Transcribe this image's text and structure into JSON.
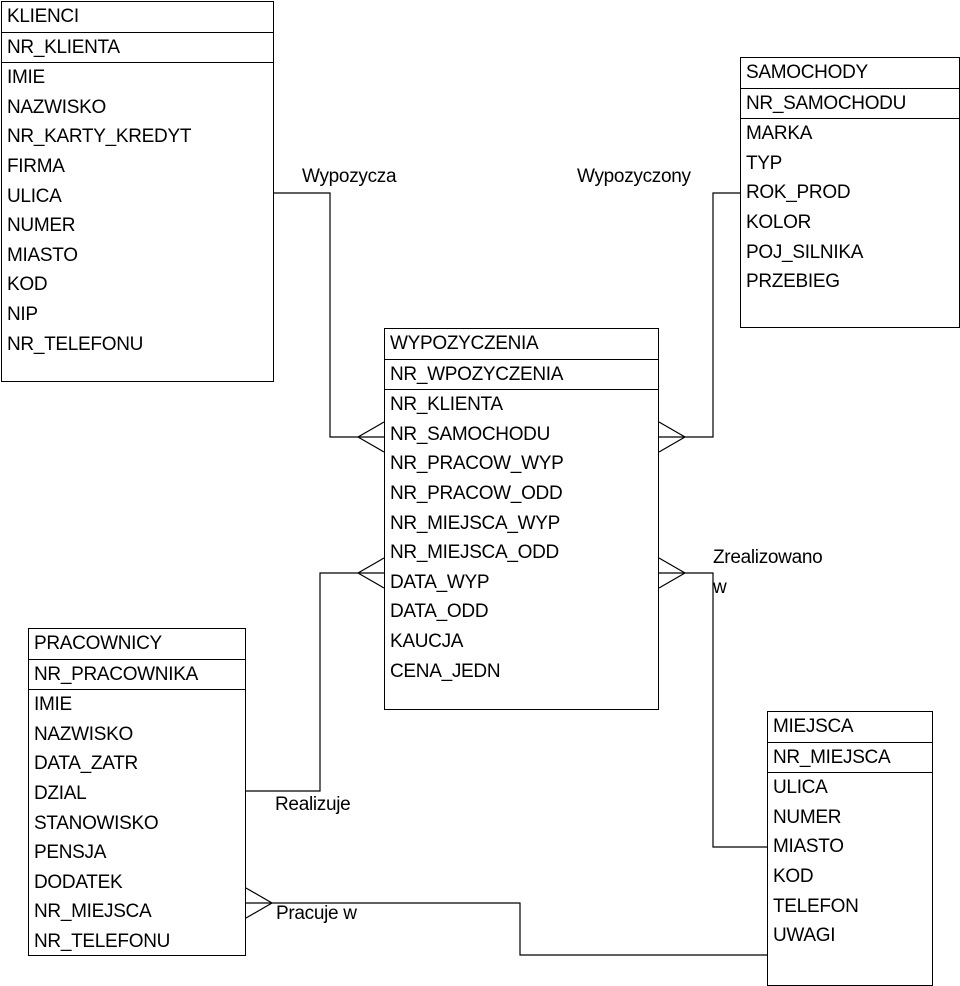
{
  "entities": {
    "klienci": {
      "title": "KLIENCI",
      "pk": "NR_KLIENTA",
      "fields": [
        "IMIE",
        "NAZWISKO",
        "NR_KARTY_KREDYT",
        "FIRMA",
        "ULICA",
        "NUMER",
        "MIASTO",
        "KOD",
        "NIP",
        "NR_TELEFONU"
      ]
    },
    "samochody": {
      "title": "SAMOCHODY",
      "pk": "NR_SAMOCHODU",
      "fields": [
        "MARKA",
        "TYP",
        "ROK_PROD",
        "KOLOR",
        "POJ_SILNIKA",
        "PRZEBIEG"
      ]
    },
    "wypozyczenia": {
      "title": "WYPOZYCZENIA",
      "pk": "NR_WPOZYCZENIA",
      "fields": [
        "NR_KLIENTA",
        "NR_SAMOCHODU",
        "NR_PRACOW_WYP",
        "NR_PRACOW_ODD",
        "NR_MIEJSCA_WYP",
        "NR_MIEJSCA_ODD",
        "DATA_WYP",
        "DATA_ODD",
        "KAUCJA",
        "CENA_JEDN"
      ]
    },
    "pracownicy": {
      "title": "PRACOWNICY",
      "pk": "NR_PRACOWNIKA",
      "fields": [
        "IMIE",
        "NAZWISKO",
        "DATA_ZATR",
        "DZIAL",
        "STANOWISKO",
        "PENSJA",
        "DODATEK",
        "NR_MIEJSCA",
        "NR_TELEFONU"
      ]
    },
    "miejsca": {
      "title": "MIEJSCA",
      "pk": "NR_MIEJSCA",
      "fields": [
        "ULICA",
        "NUMER",
        "MIASTO",
        "KOD",
        "TELEFON",
        "UWAGI"
      ]
    }
  },
  "relationships": {
    "wypozycza": "Wypozycza",
    "wypozyczony": "Wypozyczony",
    "zrealizowano_1": "Zrealizowano",
    "zrealizowano_2": "w",
    "realizuje": "Realizuje",
    "pracuje": "Pracuje w"
  }
}
